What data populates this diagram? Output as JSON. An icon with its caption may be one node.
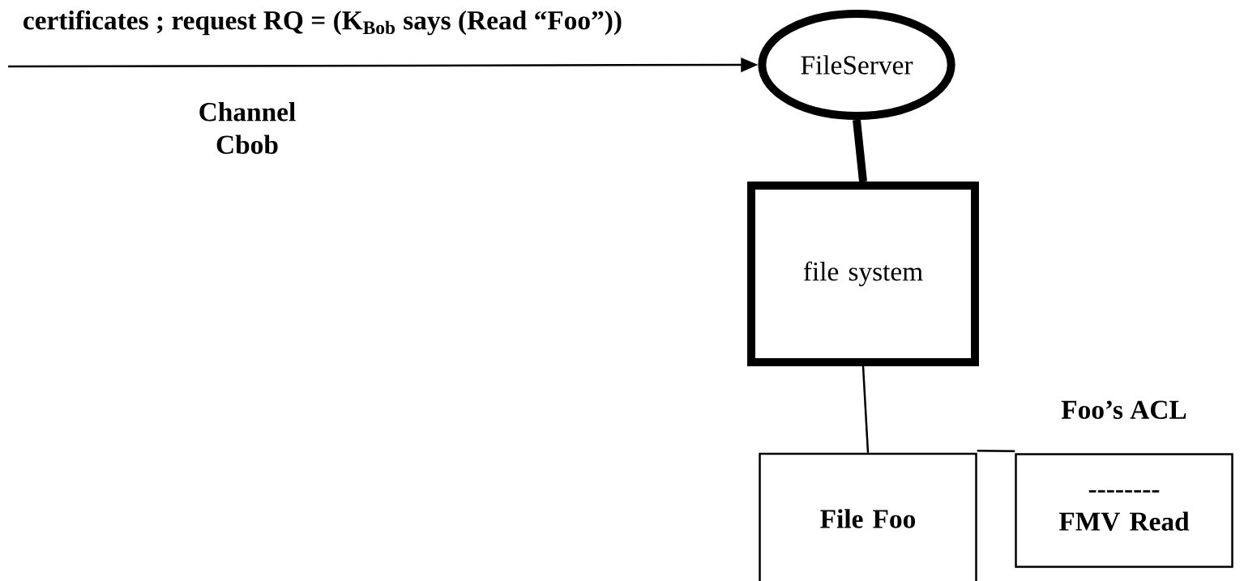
{
  "diagram": {
    "nodes": [
      {
        "text": [
          "FileServer"
        ]
      },
      {
        "text": [
          "file system"
        ]
      },
      {
        "text": [
          "File Foo"
        ]
      },
      {
        "text": [
          "Foo’s ACL",
          "--------",
          "FMV Read"
        ]
      }
    ],
    "edges": [
      {
        "from": null,
        "to": 0,
        "arrow": "to",
        "label": "certificates ;  request RQ = (K$_{Bob}$ says (Read “Foo”))"
      },
      {
        "from": 0,
        "to": 1,
        "arrow": "none",
        "style": "thick"
      },
      {
        "from": 1,
        "to": 2,
        "arrow": "none"
      },
      {
        "from": 2,
        "to": 3,
        "arrow": "none"
      }
    ],
    "labels": [
      "Channel Cbob"
    ]
  }
}
